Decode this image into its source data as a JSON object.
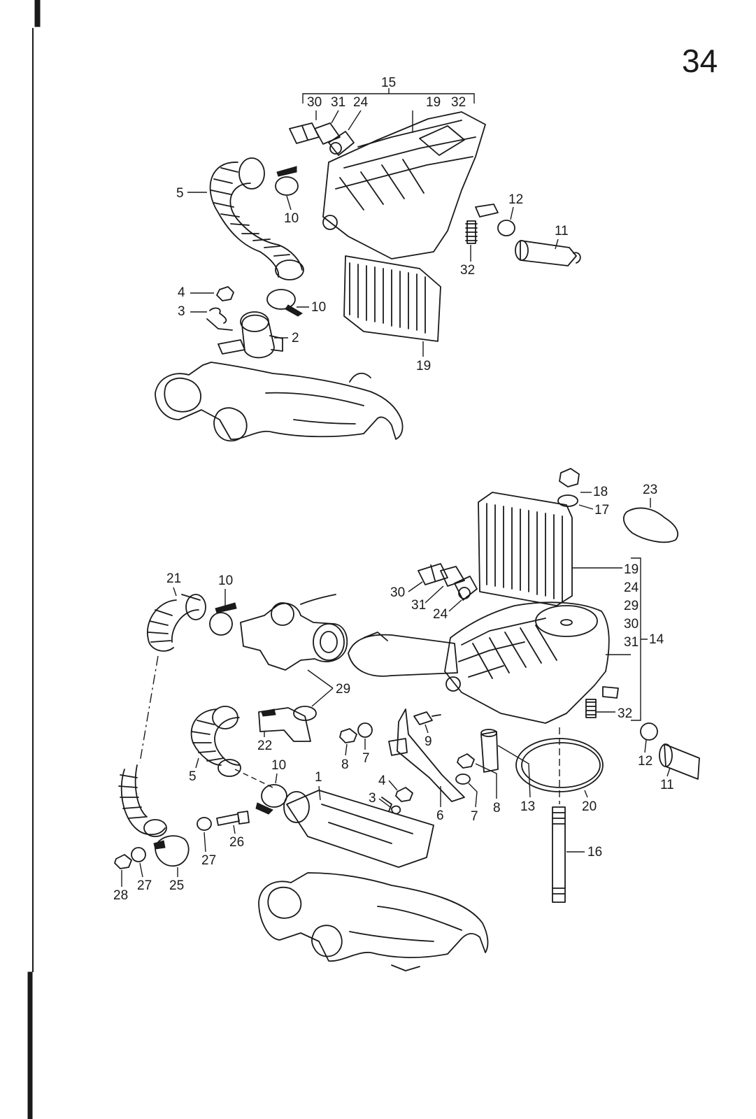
{
  "page": {
    "number": "34"
  },
  "colors": {
    "ink": "#1a1a1a",
    "paper": "#ffffff"
  },
  "upper_assembly": {
    "group_label": "15",
    "group_members": [
      "30",
      "31",
      "24",
      "19",
      "32"
    ],
    "callouts": [
      "5",
      "10",
      "12",
      "11",
      "32",
      "4",
      "3",
      "10",
      "2",
      "19"
    ]
  },
  "lower_assembly": {
    "group_label": "14",
    "group_members": [
      "19",
      "24",
      "29",
      "30",
      "31"
    ],
    "callouts": [
      "18",
      "17",
      "23",
      "21",
      "10",
      "30",
      "31",
      "24",
      "29",
      "32",
      "22",
      "9",
      "8",
      "7",
      "5",
      "10",
      "1",
      "4",
      "3",
      "8",
      "7",
      "6",
      "13",
      "20",
      "12",
      "11",
      "26",
      "27",
      "25",
      "27",
      "28",
      "16"
    ]
  }
}
